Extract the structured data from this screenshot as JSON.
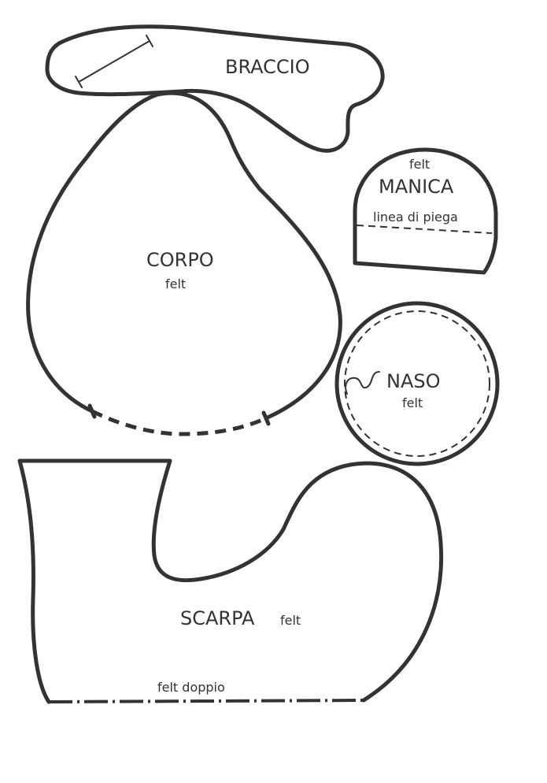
{
  "pieces": {
    "braccio": {
      "name": "BRACCIO"
    },
    "manica": {
      "material": "felt",
      "name": "MANICA",
      "fold_label": "linea di piega"
    },
    "corpo": {
      "name": "CORPO",
      "material": "felt"
    },
    "naso": {
      "name": "NASO",
      "material": "felt"
    },
    "scarpa": {
      "name": "SCARPA",
      "material": "felt",
      "note": "felt doppio"
    }
  },
  "colors": {
    "line": "#333333",
    "background": "#ffffff"
  }
}
